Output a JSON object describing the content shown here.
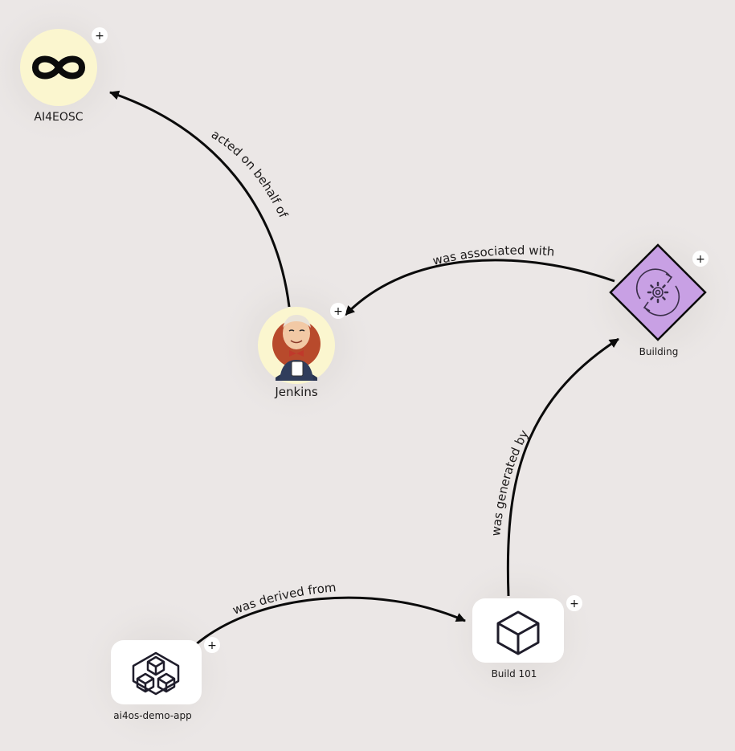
{
  "nodes": {
    "ai4eosc": {
      "label": "AI4EOSC",
      "icon": "ai4eosc-logo-icon",
      "fill": "#fbf6cf"
    },
    "jenkins": {
      "label": "Jenkins",
      "icon": "jenkins-butler-icon",
      "fill": "#fbf6cf"
    },
    "building": {
      "label": "Building",
      "icon": "gear-cycle-icon",
      "fill": "#c8a0e4"
    },
    "build101": {
      "label": "Build 101",
      "icon": "cube-icon",
      "fill": "#ffffff"
    },
    "demoapp": {
      "label": "ai4os-demo-app",
      "icon": "cubes-icon",
      "fill": "#ffffff"
    }
  },
  "edges": {
    "acted": {
      "label": "acted on behalf of",
      "from": "Jenkins",
      "to": "AI4EOSC"
    },
    "associated": {
      "label": "was associated with",
      "from": "Building",
      "to": "Jenkins"
    },
    "generated": {
      "label": "was generated by",
      "from": "Build 101",
      "to": "Building"
    },
    "derived": {
      "label": "was derived from",
      "from": "ai4os-demo-app",
      "to": "Build 101"
    }
  },
  "expand_button_label": "+"
}
